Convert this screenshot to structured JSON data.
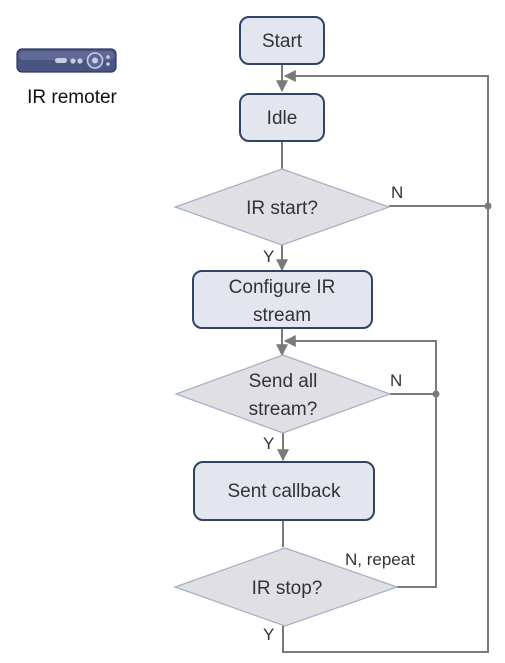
{
  "remote": {
    "caption": "IR remoter",
    "icon": "remote-control-icon",
    "color": "#4a5583"
  },
  "nodes": {
    "start": "Start",
    "idle": "Idle",
    "ir_start_q": "IR start?",
    "configure": [
      "Configure IR",
      "stream"
    ],
    "send_all_q": [
      "Send all",
      "stream?"
    ],
    "sent_callback": "Sent callback",
    "ir_stop_q": "IR stop?"
  },
  "edges": {
    "ir_start_no": "N",
    "ir_start_yes": "Y",
    "send_all_no": "N",
    "send_all_yes": "Y",
    "ir_stop_no": "N, repeat",
    "ir_stop_yes": "Y"
  },
  "colors": {
    "box_fill": "#e3e6ee",
    "box_stroke": "#2f4466",
    "diamond_fill": "#e0e0e4",
    "connector": "#7a7a7a"
  }
}
